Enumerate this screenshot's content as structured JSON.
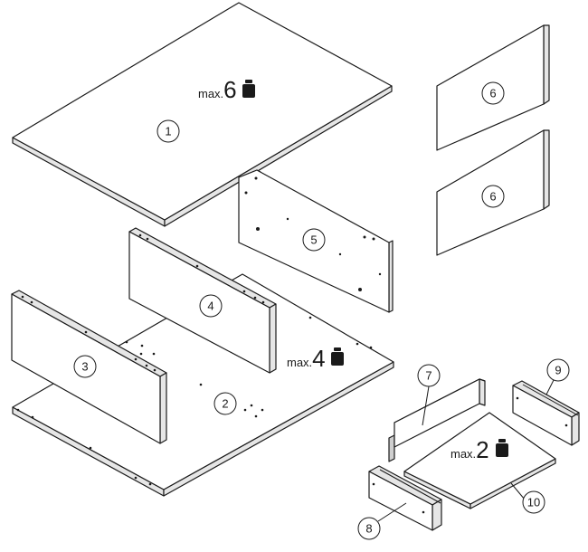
{
  "parts": [
    {
      "id": "part-1",
      "label": "1"
    },
    {
      "id": "part-2",
      "label": "2"
    },
    {
      "id": "part-3",
      "label": "3"
    },
    {
      "id": "part-4",
      "label": "4"
    },
    {
      "id": "part-5",
      "label": "5"
    },
    {
      "id": "part-6a",
      "label": "6"
    },
    {
      "id": "part-6b",
      "label": "6"
    },
    {
      "id": "part-7",
      "label": "7"
    },
    {
      "id": "part-8",
      "label": "8"
    },
    {
      "id": "part-9",
      "label": "9"
    },
    {
      "id": "part-10",
      "label": "10"
    }
  ],
  "load_limits": {
    "top": {
      "prefix": "max.",
      "value": "6"
    },
    "bottom": {
      "prefix": "max.",
      "value": "4"
    },
    "drawer": {
      "prefix": "max.",
      "value": "2"
    }
  },
  "icons": {
    "weight": "weight-icon"
  }
}
